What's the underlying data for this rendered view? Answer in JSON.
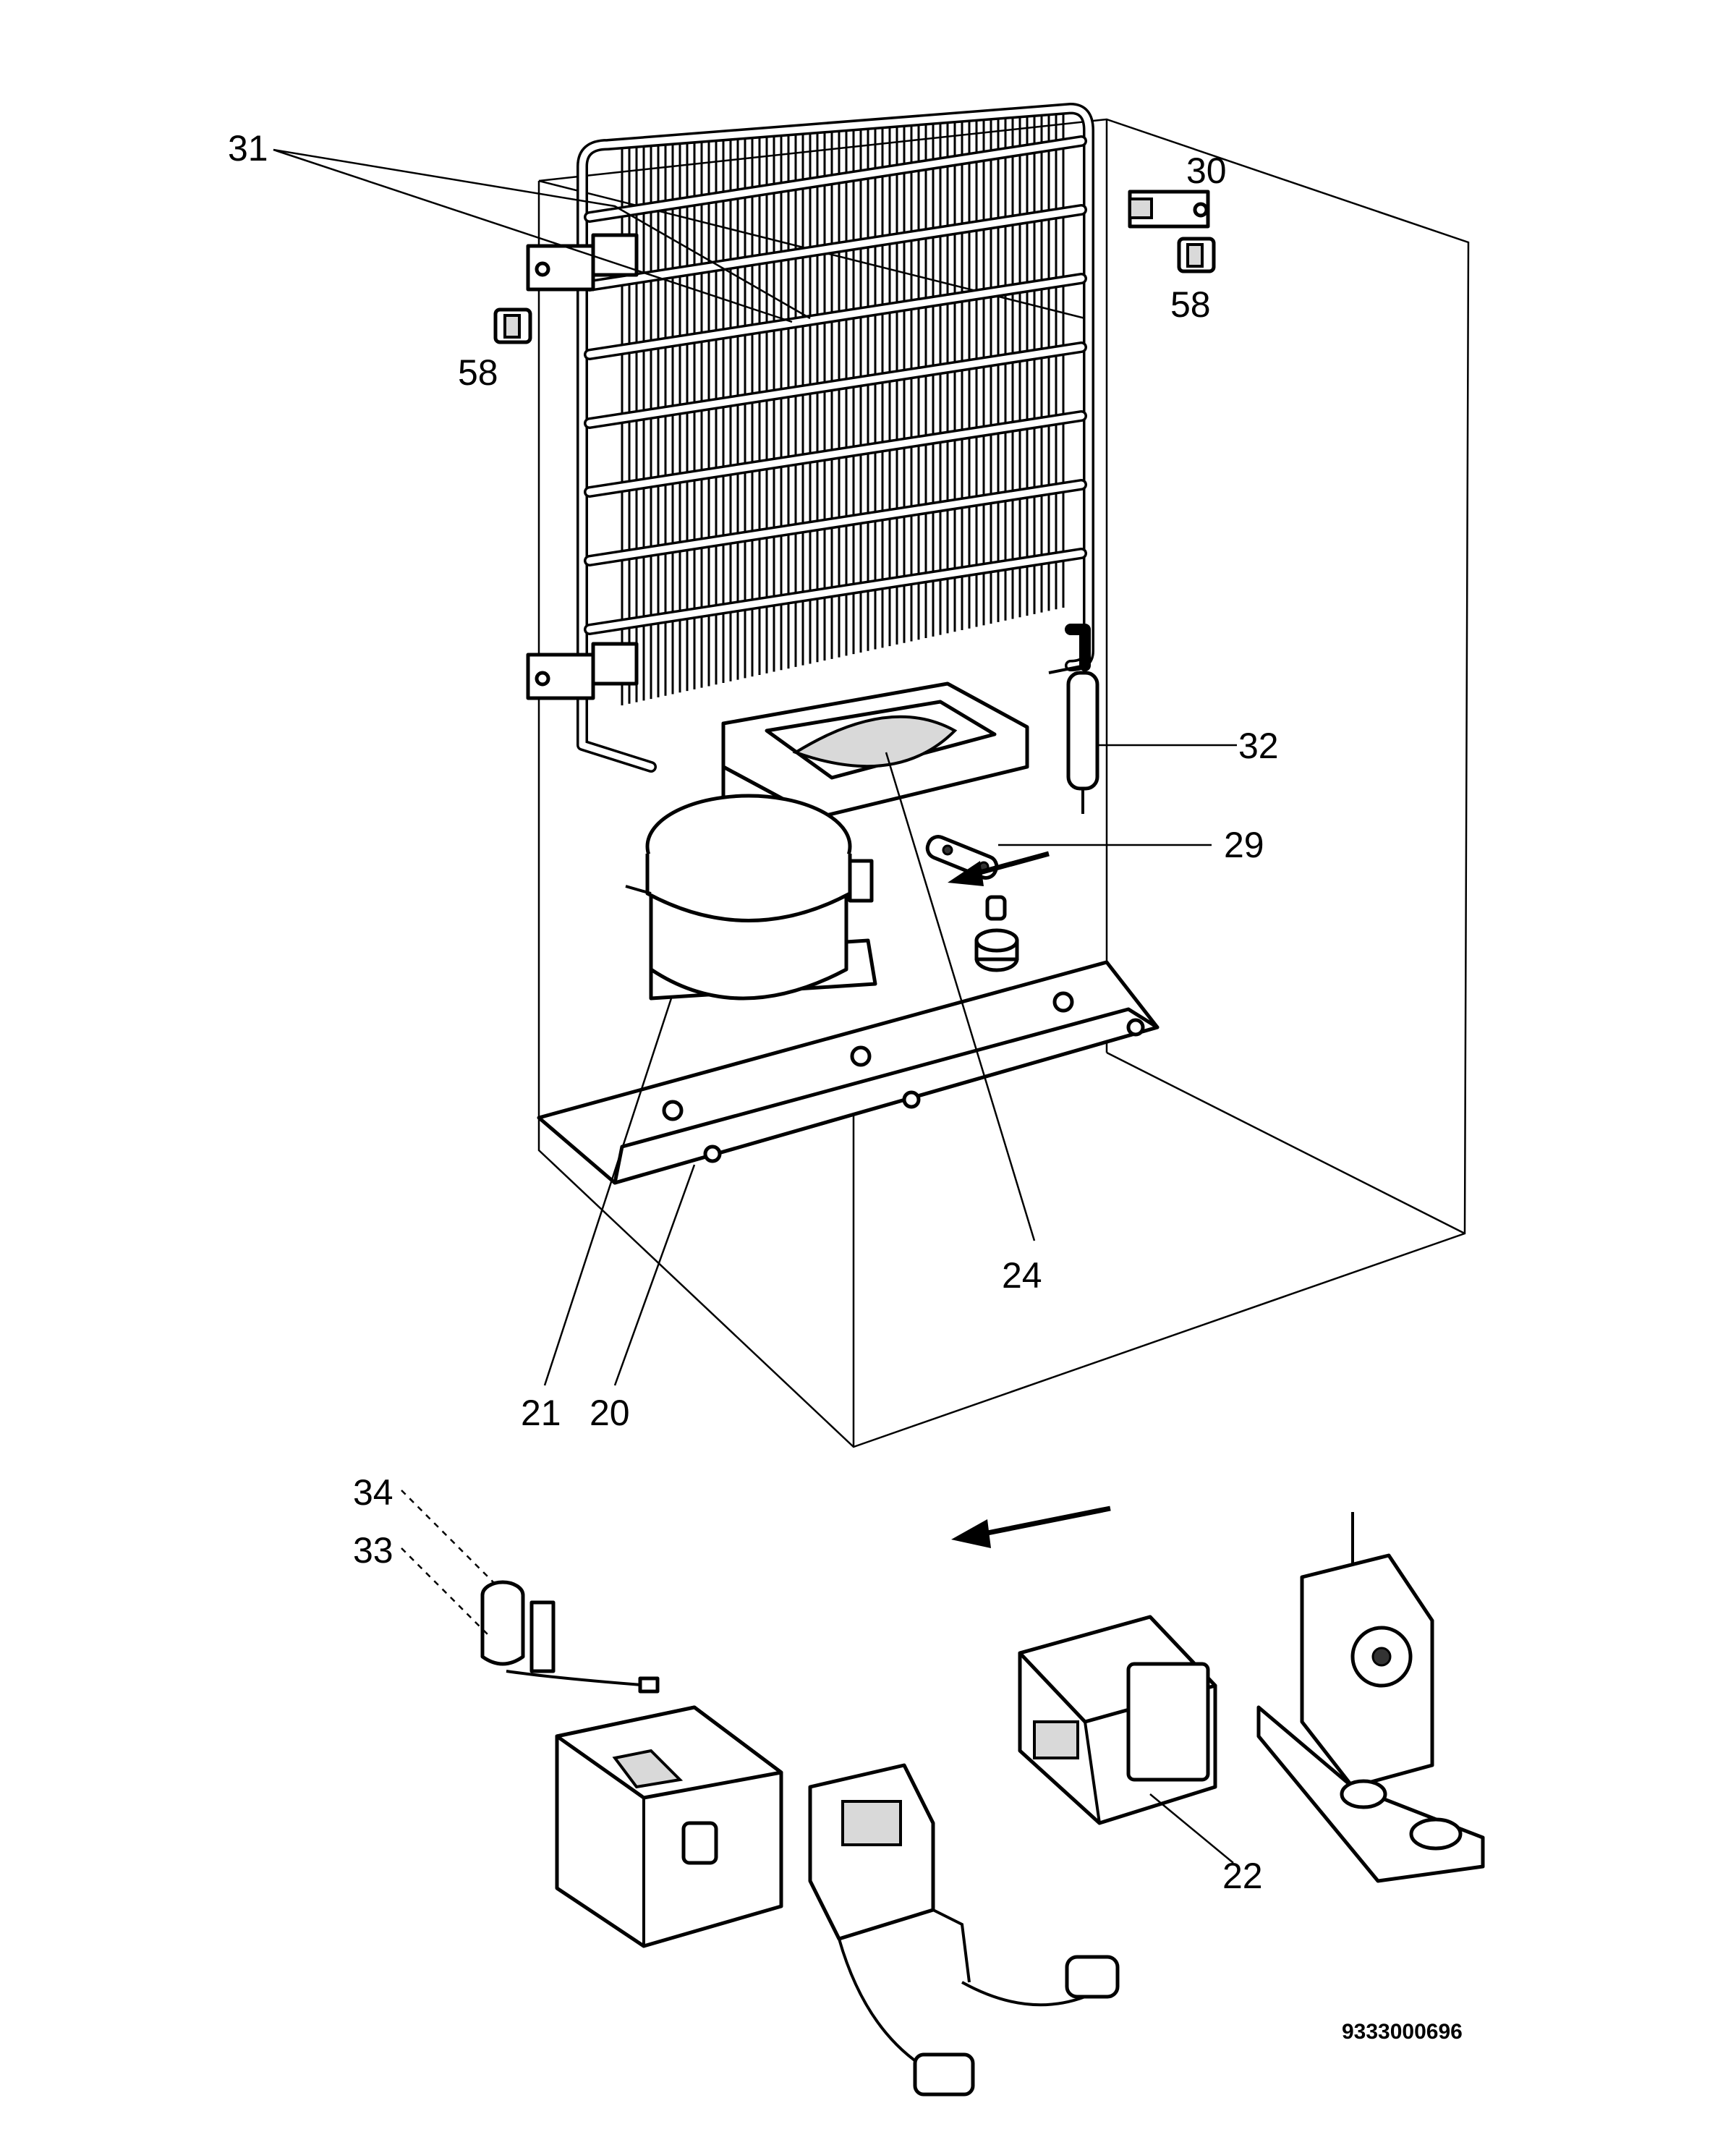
{
  "callouts": [
    {
      "id": "31",
      "text": "31"
    },
    {
      "id": "30",
      "text": "30"
    },
    {
      "id": "58a",
      "text": "58"
    },
    {
      "id": "58b",
      "text": "58"
    },
    {
      "id": "32",
      "text": "32"
    },
    {
      "id": "29",
      "text": "29"
    },
    {
      "id": "24",
      "text": "24"
    },
    {
      "id": "21",
      "text": "21"
    },
    {
      "id": "20",
      "text": "20"
    },
    {
      "id": "34",
      "text": "34"
    },
    {
      "id": "33",
      "text": "33"
    },
    {
      "id": "22",
      "text": "22"
    }
  ],
  "drawing_code": "9333000696"
}
